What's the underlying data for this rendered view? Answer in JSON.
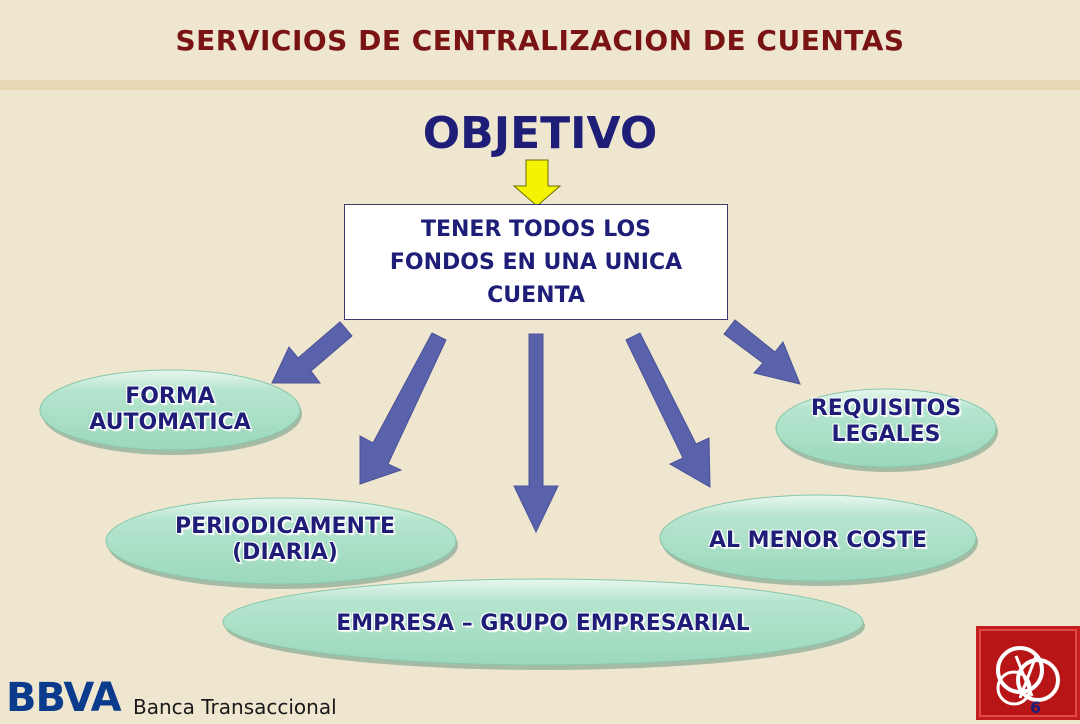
{
  "header": {
    "title": "SERVICIOS DE CENTRALIZACION DE CUENTAS"
  },
  "diagram": {
    "heading": "OBJETIVO",
    "goal": "TENER TODOS LOS\nFONDOS EN UNA UNICA\nCUENTA",
    "nodes": {
      "forma": "FORMA\nAUTOMATICA",
      "requisitos": "REQUISITOS\nLEGALES",
      "periodicamente": "PERIODICAMENTE\n(DIARIA)",
      "coste": "AL MENOR COSTE",
      "empresa": "EMPRESA – GRUPO EMPRESARIAL"
    },
    "colors": {
      "arrow": "#5a62ac",
      "entry_arrow": "#f4f400",
      "pill": "#a2dcc0",
      "title": "#7a1414",
      "text": "#1e1e78"
    }
  },
  "footer": {
    "brand": "BBVA",
    "section": "Banca Transaccional",
    "page": "6"
  }
}
